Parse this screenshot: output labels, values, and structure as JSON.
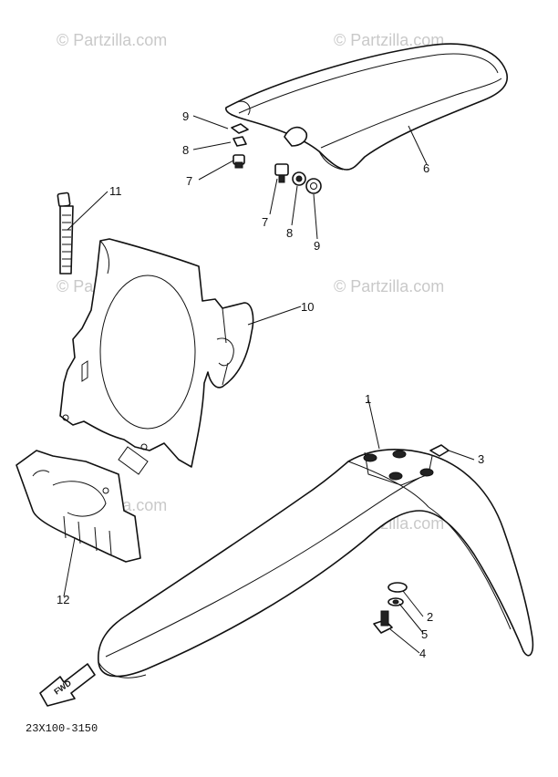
{
  "watermark": "© Partzilla.com",
  "diagram_code": "23X100-3150",
  "fwd_label": "FWD",
  "callouts": [
    {
      "id": "c1",
      "label": "1"
    },
    {
      "id": "c2",
      "label": "2"
    },
    {
      "id": "c3",
      "label": "3"
    },
    {
      "id": "c4",
      "label": "4"
    },
    {
      "id": "c5",
      "label": "5"
    },
    {
      "id": "c6",
      "label": "6"
    },
    {
      "id": "c7a",
      "label": "7"
    },
    {
      "id": "c7b",
      "label": "7"
    },
    {
      "id": "c8a",
      "label": "8"
    },
    {
      "id": "c8b",
      "label": "8"
    },
    {
      "id": "c9a",
      "label": "9"
    },
    {
      "id": "c9b",
      "label": "9"
    },
    {
      "id": "c10",
      "label": "10"
    },
    {
      "id": "c11",
      "label": "11"
    },
    {
      "id": "c12",
      "label": "12"
    }
  ]
}
